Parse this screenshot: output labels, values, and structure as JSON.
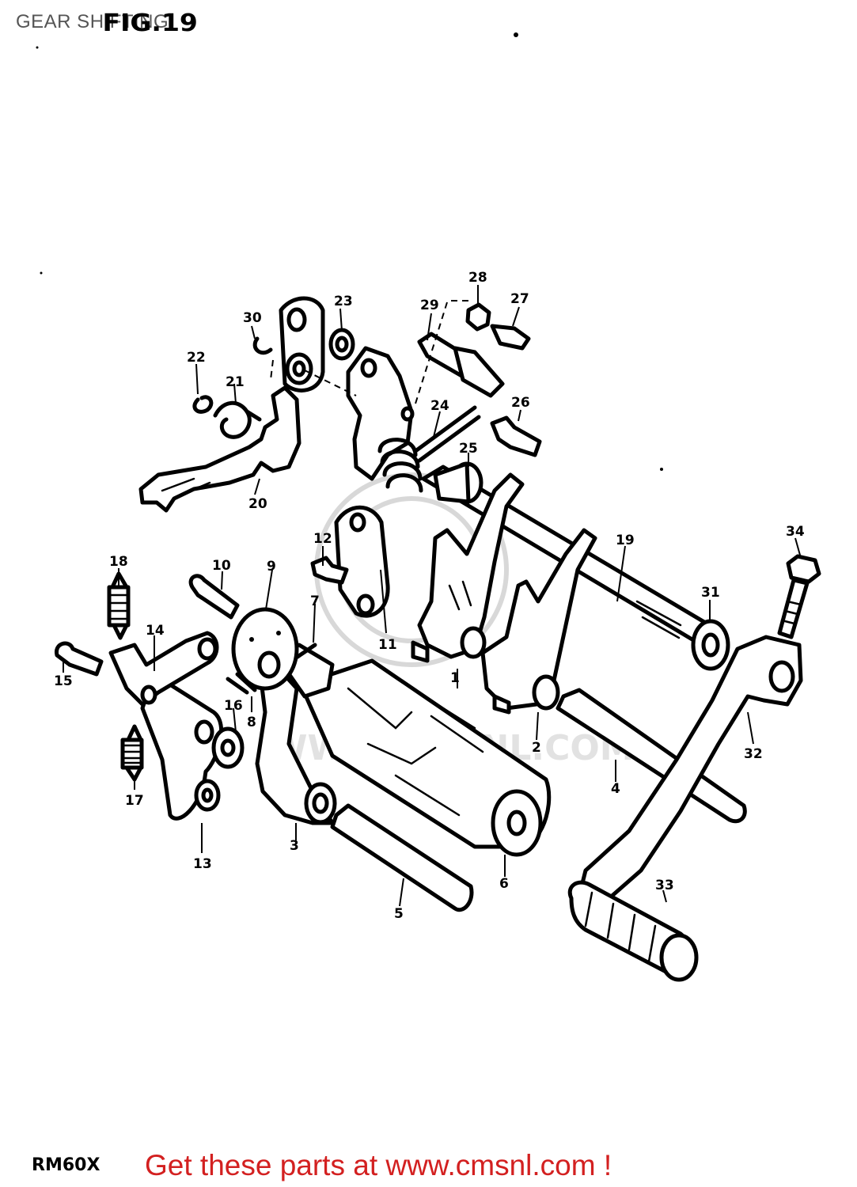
{
  "header": {
    "title": "GEAR SHIFTING",
    "figure_label": "FIG.19"
  },
  "footer": {
    "model": "RM60X",
    "promo_text": "Get these parts at www.cmsnl.com !"
  },
  "watermark": {
    "text": "WWW.CMSNL.COM"
  },
  "callouts": [
    "1",
    "2",
    "3",
    "4",
    "5",
    "6",
    "7",
    "8",
    "9",
    "10",
    "11",
    "12",
    "13",
    "14",
    "15",
    "16",
    "17",
    "18",
    "19",
    "20",
    "21",
    "22",
    "23",
    "24",
    "25",
    "26",
    "27",
    "28",
    "29",
    "30",
    "31",
    "32",
    "33",
    "34"
  ],
  "colors": {
    "promo": "#d32020",
    "title": "#555555",
    "lines": "#000000"
  }
}
